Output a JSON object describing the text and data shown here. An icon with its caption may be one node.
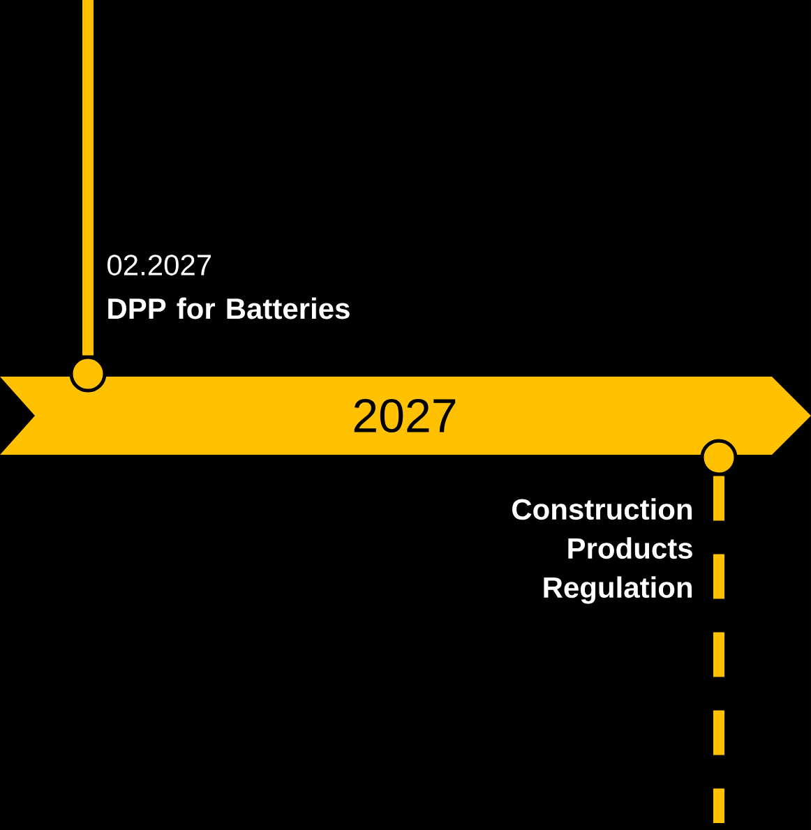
{
  "diagram": {
    "nodes": [
      {
        "text": [
          "2027"
        ]
      },
      {
        "text": [],
        "shape": "circle"
      },
      {
        "text": [],
        "shape": "circle"
      }
    ],
    "edges": [
      {
        "from": null,
        "to": 1,
        "arrow": "none"
      },
      {
        "from": 2,
        "to": null,
        "arrow": "none",
        "style": "dashed"
      }
    ],
    "labels": [
      "02.2027",
      "DPP for Batteries",
      "Construction Products Regulation"
    ]
  }
}
